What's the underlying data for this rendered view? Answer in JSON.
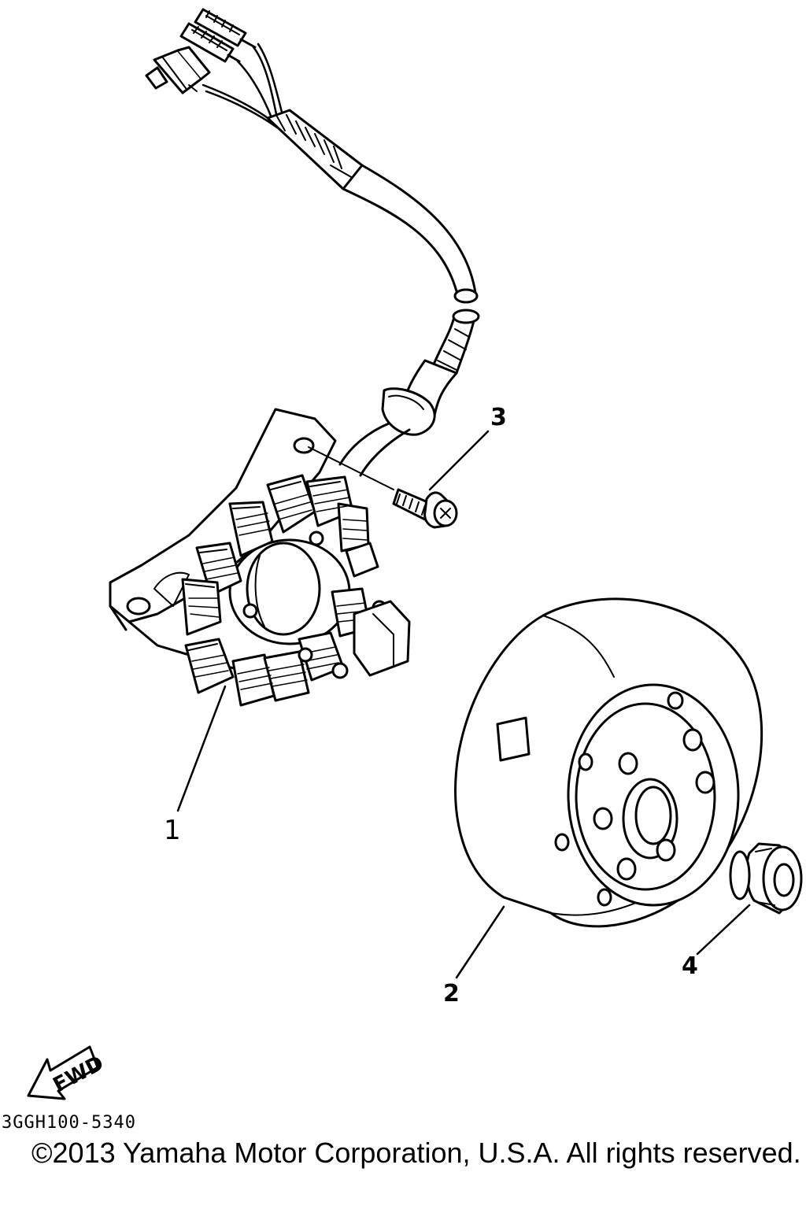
{
  "callouts": {
    "stator": "1",
    "rotor": "2",
    "screw": "3",
    "nut": "4"
  },
  "fwd_label": "FWD",
  "diagram_code": "3GGH100-5340",
  "copyright": "©2013 Yamaha Motor Corporation, U.S.A. All rights reserved.",
  "colors": {
    "ink": "#000000",
    "paper": "#ffffff"
  }
}
